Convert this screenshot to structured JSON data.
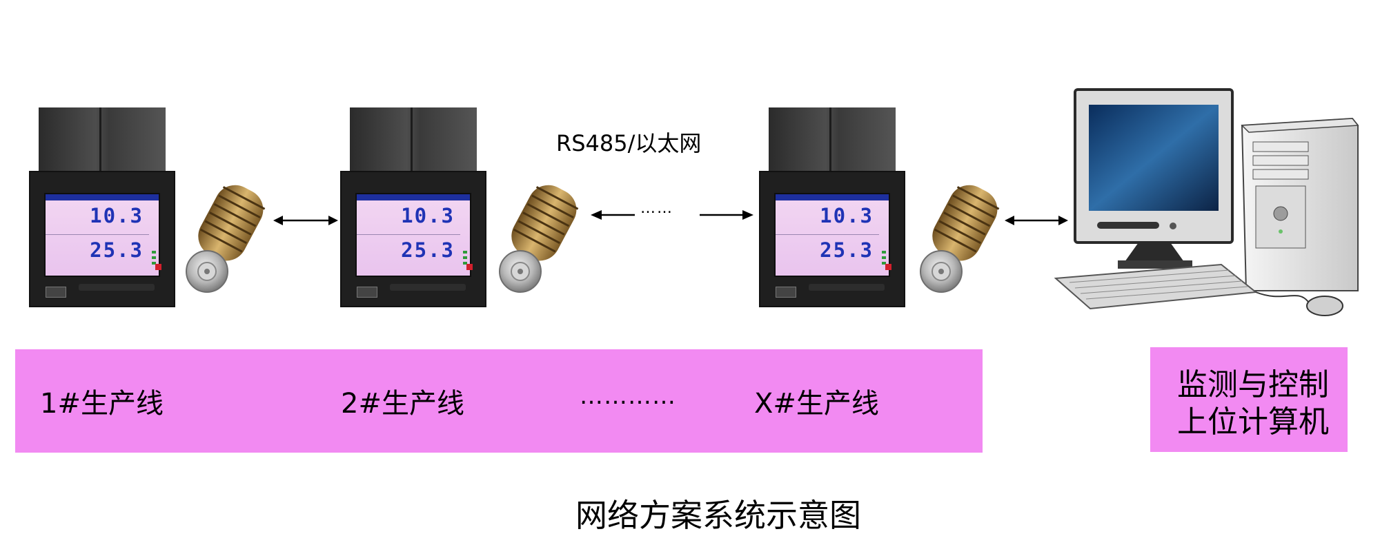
{
  "network_label": "RS485/以太网",
  "device_display": {
    "value_top": "10.3",
    "value_bottom": "25.3"
  },
  "arrow_dots": "……",
  "lines": {
    "line1": "1#生产线",
    "line2": "2#生产线",
    "dots": "…………",
    "lineX": "X#生产线"
  },
  "host_box": {
    "line1": "监测与控制",
    "line2": "上位计算机"
  },
  "diagram_title": "网络方案系统示意图",
  "colors": {
    "band": "#f28af2",
    "screen": "#ebc8ef",
    "screen_text": "#1f33b5"
  }
}
